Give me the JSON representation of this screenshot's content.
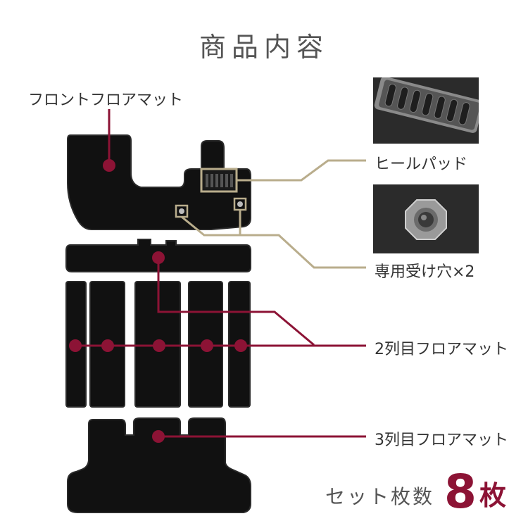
{
  "title": "商品内容",
  "labels": {
    "front": "フロントフロアマット",
    "heel": "ヒールパッド",
    "hole": "専用受け穴×2",
    "row2": "2列目フロアマット",
    "row3": "3列目フロアマット"
  },
  "count": {
    "label": "セット枚数",
    "number": "8",
    "unit": "枚"
  },
  "colors": {
    "accent": "#8c1335",
    "leader_gold": "#b9ad8c",
    "mat": "#111111",
    "mat_edge": "#2a2a2a"
  }
}
